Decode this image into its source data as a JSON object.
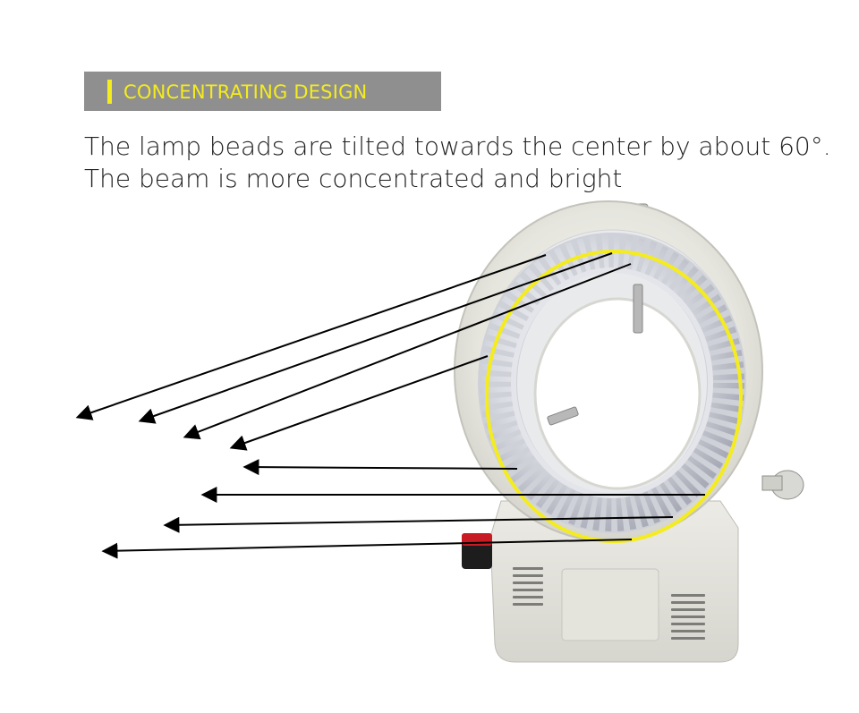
{
  "header": {
    "title": "CONCENTRATING DESIGN",
    "title_color": "#f4ec1e",
    "banner_color": "#8f8f8f"
  },
  "description": {
    "line1": "The lamp beads are tilted towards the center by about 60°.",
    "line2": "The beam is more concentrated and bright"
  },
  "illustration": {
    "subject": "LED ring light",
    "highlight_color": "#f4ec1e",
    "arrow_color": "#000000",
    "arrow_count": 8
  }
}
